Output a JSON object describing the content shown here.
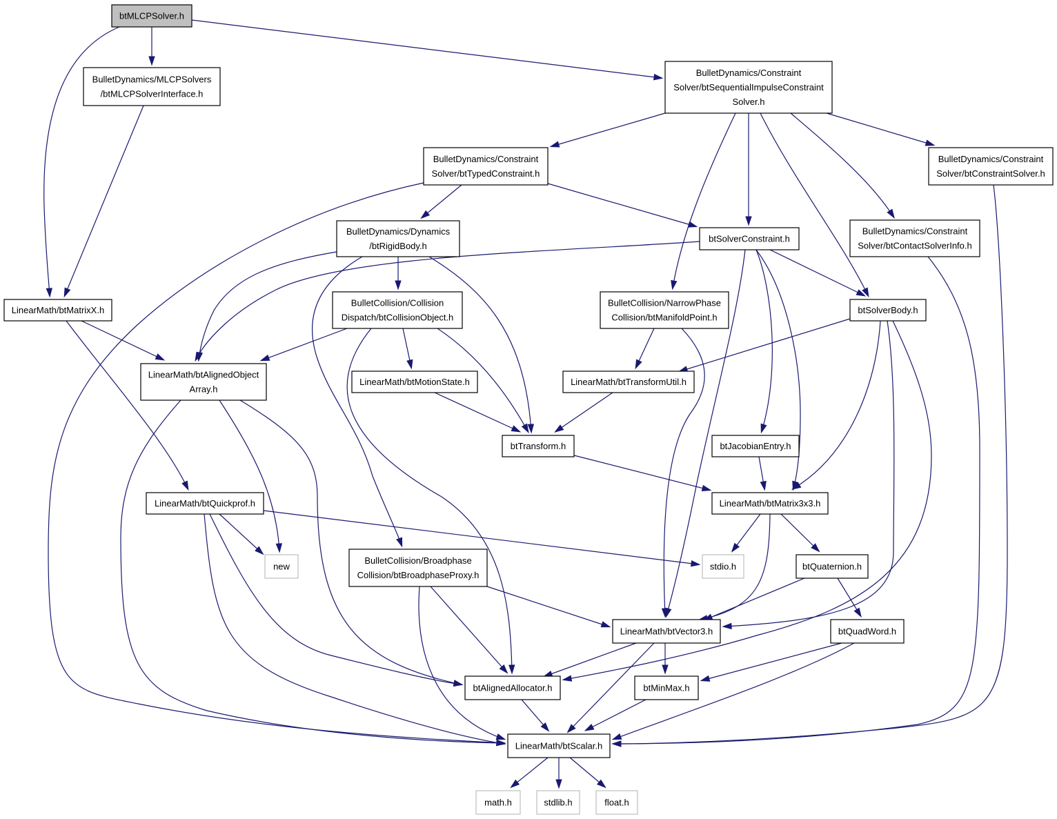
{
  "diagram": {
    "type": "include-dependency-graph",
    "root": "btMLCPSolver.h",
    "nodes": [
      {
        "id": "btMLCPSolver",
        "lines": [
          "btMLCPSolver.h"
        ],
        "kind": "root"
      },
      {
        "id": "MLCPSolverInterface",
        "lines": [
          "BulletDynamics/MLCPSolvers",
          "/btMLCPSolverInterface.h"
        ],
        "kind": "local"
      },
      {
        "id": "SeqImpulse",
        "lines": [
          "BulletDynamics/Constraint",
          "Solver/btSequentialImpulseConstraint",
          "Solver.h"
        ],
        "kind": "local"
      },
      {
        "id": "TypedConstraint",
        "lines": [
          "BulletDynamics/Constraint",
          "Solver/btTypedConstraint.h"
        ],
        "kind": "local"
      },
      {
        "id": "ConstraintSolver",
        "lines": [
          "BulletDynamics/Constraint",
          "Solver/btConstraintSolver.h"
        ],
        "kind": "local"
      },
      {
        "id": "RigidBody",
        "lines": [
          "BulletDynamics/Dynamics",
          "/btRigidBody.h"
        ],
        "kind": "local"
      },
      {
        "id": "SolverConstraint",
        "lines": [
          "btSolverConstraint.h"
        ],
        "kind": "local"
      },
      {
        "id": "ContactSolverInfo",
        "lines": [
          "BulletDynamics/Constraint",
          "Solver/btContactSolverInfo.h"
        ],
        "kind": "local"
      },
      {
        "id": "MatrixX",
        "lines": [
          "LinearMath/btMatrixX.h"
        ],
        "kind": "local"
      },
      {
        "id": "CollisionObject",
        "lines": [
          "BulletCollision/Collision",
          "Dispatch/btCollisionObject.h"
        ],
        "kind": "local"
      },
      {
        "id": "ManifoldPoint",
        "lines": [
          "BulletCollision/NarrowPhase",
          "Collision/btManifoldPoint.h"
        ],
        "kind": "local"
      },
      {
        "id": "SolverBody",
        "lines": [
          "btSolverBody.h"
        ],
        "kind": "local"
      },
      {
        "id": "AlignedObjectArray",
        "lines": [
          "LinearMath/btAlignedObject",
          "Array.h"
        ],
        "kind": "local"
      },
      {
        "id": "MotionState",
        "lines": [
          "LinearMath/btMotionState.h"
        ],
        "kind": "local"
      },
      {
        "id": "TransformUtil",
        "lines": [
          "LinearMath/btTransformUtil.h"
        ],
        "kind": "local"
      },
      {
        "id": "Transform",
        "lines": [
          "btTransform.h"
        ],
        "kind": "local"
      },
      {
        "id": "JacobianEntry",
        "lines": [
          "btJacobianEntry.h"
        ],
        "kind": "local"
      },
      {
        "id": "Quickprof",
        "lines": [
          "LinearMath/btQuickprof.h"
        ],
        "kind": "local"
      },
      {
        "id": "Matrix3x3",
        "lines": [
          "LinearMath/btMatrix3x3.h"
        ],
        "kind": "local"
      },
      {
        "id": "BroadphaseProxy",
        "lines": [
          "BulletCollision/Broadphase",
          "Collision/btBroadphaseProxy.h"
        ],
        "kind": "local"
      },
      {
        "id": "new",
        "lines": [
          "new"
        ],
        "kind": "system"
      },
      {
        "id": "stdio",
        "lines": [
          "stdio.h"
        ],
        "kind": "system"
      },
      {
        "id": "Quaternion",
        "lines": [
          "btQuaternion.h"
        ],
        "kind": "local"
      },
      {
        "id": "Vector3",
        "lines": [
          "LinearMath/btVector3.h"
        ],
        "kind": "local"
      },
      {
        "id": "QuadWord",
        "lines": [
          "btQuadWord.h"
        ],
        "kind": "local"
      },
      {
        "id": "AlignedAllocator",
        "lines": [
          "btAlignedAllocator.h"
        ],
        "kind": "local"
      },
      {
        "id": "MinMax",
        "lines": [
          "btMinMax.h"
        ],
        "kind": "local"
      },
      {
        "id": "Scalar",
        "lines": [
          "LinearMath/btScalar.h"
        ],
        "kind": "local"
      },
      {
        "id": "math",
        "lines": [
          "math.h"
        ],
        "kind": "system"
      },
      {
        "id": "stdlib",
        "lines": [
          "stdlib.h"
        ],
        "kind": "system"
      },
      {
        "id": "float",
        "lines": [
          "float.h"
        ],
        "kind": "system"
      }
    ],
    "edges": [
      [
        "btMLCPSolver",
        "MatrixX"
      ],
      [
        "btMLCPSolver",
        "MLCPSolverInterface"
      ],
      [
        "btMLCPSolver",
        "SeqImpulse"
      ],
      [
        "MLCPSolverInterface",
        "MatrixX"
      ],
      [
        "SeqImpulse",
        "TypedConstraint"
      ],
      [
        "SeqImpulse",
        "ManifoldPoint"
      ],
      [
        "SeqImpulse",
        "SolverConstraint"
      ],
      [
        "SeqImpulse",
        "SolverBody"
      ],
      [
        "SeqImpulse",
        "ContactSolverInfo"
      ],
      [
        "SeqImpulse",
        "ConstraintSolver"
      ],
      [
        "TypedConstraint",
        "Scalar"
      ],
      [
        "TypedConstraint",
        "RigidBody"
      ],
      [
        "TypedConstraint",
        "SolverConstraint"
      ],
      [
        "ConstraintSolver",
        "Scalar"
      ],
      [
        "RigidBody",
        "AlignedObjectArray"
      ],
      [
        "RigidBody",
        "BroadphaseProxy"
      ],
      [
        "RigidBody",
        "CollisionObject"
      ],
      [
        "RigidBody",
        "Transform"
      ],
      [
        "SolverConstraint",
        "AlignedObjectArray"
      ],
      [
        "SolverConstraint",
        "Vector3"
      ],
      [
        "SolverConstraint",
        "JacobianEntry"
      ],
      [
        "SolverConstraint",
        "Matrix3x3"
      ],
      [
        "SolverConstraint",
        "SolverBody"
      ],
      [
        "ContactSolverInfo",
        "Scalar"
      ],
      [
        "MatrixX",
        "AlignedObjectArray"
      ],
      [
        "MatrixX",
        "Quickprof"
      ],
      [
        "CollisionObject",
        "AlignedObjectArray"
      ],
      [
        "CollisionObject",
        "AlignedAllocator"
      ],
      [
        "CollisionObject",
        "MotionState"
      ],
      [
        "CollisionObject",
        "Transform"
      ],
      [
        "ManifoldPoint",
        "TransformUtil"
      ],
      [
        "ManifoldPoint",
        "Vector3"
      ],
      [
        "SolverBody",
        "TransformUtil"
      ],
      [
        "SolverBody",
        "Matrix3x3"
      ],
      [
        "SolverBody",
        "Vector3"
      ],
      [
        "SolverBody",
        "AlignedAllocator"
      ],
      [
        "AlignedObjectArray",
        "Scalar"
      ],
      [
        "AlignedObjectArray",
        "new"
      ],
      [
        "AlignedObjectArray",
        "AlignedAllocator"
      ],
      [
        "MotionState",
        "Transform"
      ],
      [
        "TransformUtil",
        "Transform"
      ],
      [
        "Transform",
        "Matrix3x3"
      ],
      [
        "JacobianEntry",
        "Matrix3x3"
      ],
      [
        "Quickprof",
        "new"
      ],
      [
        "Quickprof",
        "stdio"
      ],
      [
        "Quickprof",
        "AlignedAllocator"
      ],
      [
        "Quickprof",
        "Scalar"
      ],
      [
        "Matrix3x3",
        "stdio"
      ],
      [
        "Matrix3x3",
        "Quaternion"
      ],
      [
        "Matrix3x3",
        "Vector3"
      ],
      [
        "BroadphaseProxy",
        "Vector3"
      ],
      [
        "BroadphaseProxy",
        "AlignedAllocator"
      ],
      [
        "BroadphaseProxy",
        "Scalar"
      ],
      [
        "Quaternion",
        "Vector3"
      ],
      [
        "Quaternion",
        "QuadWord"
      ],
      [
        "Vector3",
        "AlignedAllocator"
      ],
      [
        "Vector3",
        "MinMax"
      ],
      [
        "Vector3",
        "Scalar"
      ],
      [
        "QuadWord",
        "MinMax"
      ],
      [
        "QuadWord",
        "Scalar"
      ],
      [
        "AlignedAllocator",
        "Scalar"
      ],
      [
        "MinMax",
        "Scalar"
      ],
      [
        "Scalar",
        "math"
      ],
      [
        "Scalar",
        "stdlib"
      ],
      [
        "Scalar",
        "float"
      ]
    ],
    "colors": {
      "edge": "#191970",
      "root_fill": "#bfbfbf",
      "node_border": "#000000",
      "system_border": "#bfbfbf",
      "background": "#ffffff"
    }
  }
}
